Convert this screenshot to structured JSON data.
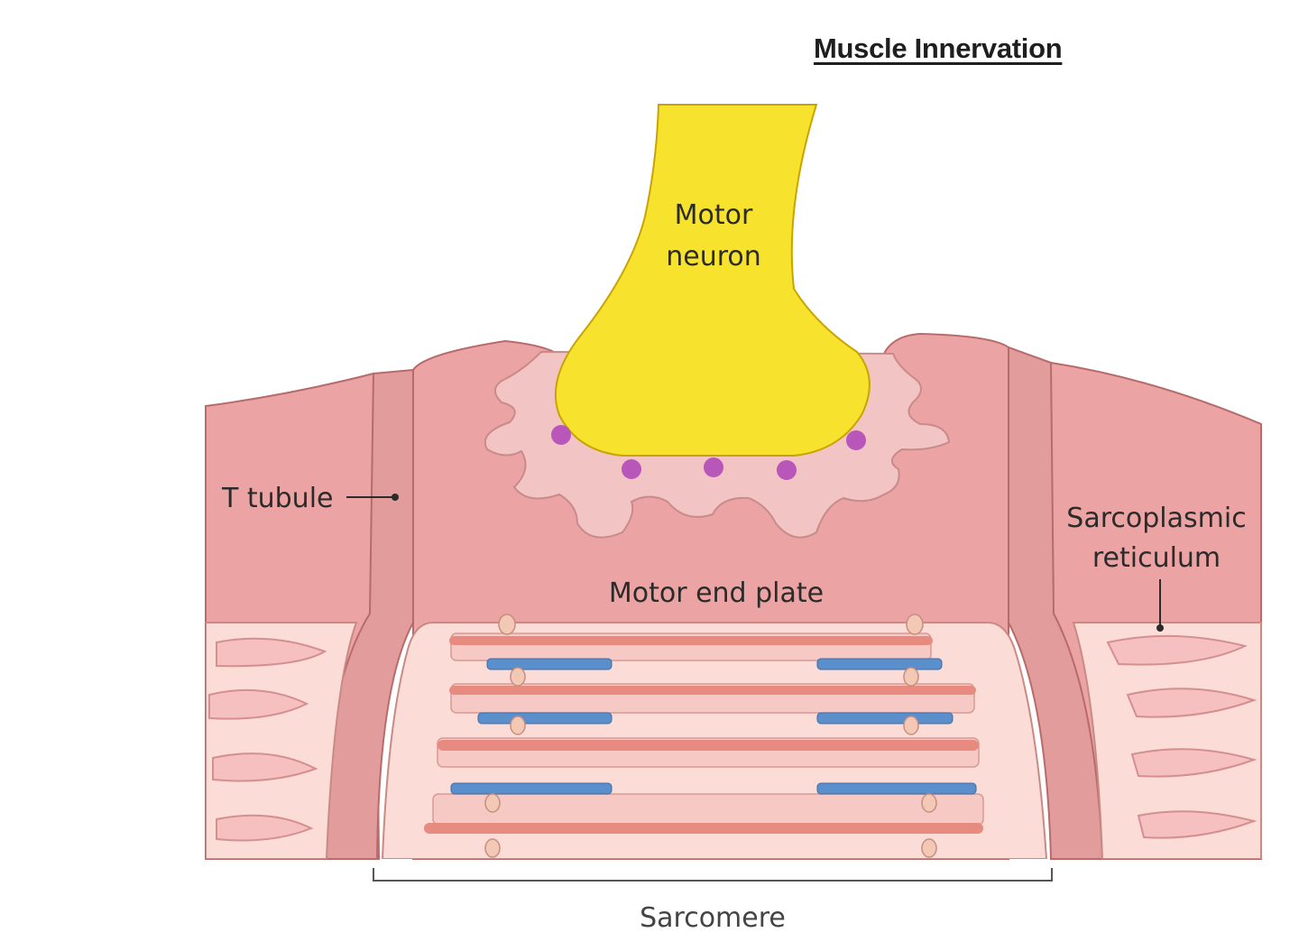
{
  "title": "Muscle Innervation",
  "labels": {
    "motor_neuron_line1": "Motor",
    "motor_neuron_line2": "neuron",
    "t_tubule": "T tubule",
    "sarcoplasmic_line1": "Sarcoplasmic",
    "sarcoplasmic_line2": "reticulum",
    "motor_end_plate": "Motor end plate",
    "sarcomere": "Sarcomere"
  },
  "colors": {
    "muscle": "#eba3a3",
    "muscle_outline": "#b86b6b",
    "tubule": "#e7a7a7",
    "fiber_bg": "#fbdcd6",
    "myofibril": "#f7c9c4",
    "thin_filament": "#e78b80",
    "thick_filament": "#5b8fcc",
    "neuron": "#f7e22e",
    "neuron_outline": "#c9a400",
    "vesicle": "#b956b9",
    "cleft": "#f2c4c4"
  }
}
